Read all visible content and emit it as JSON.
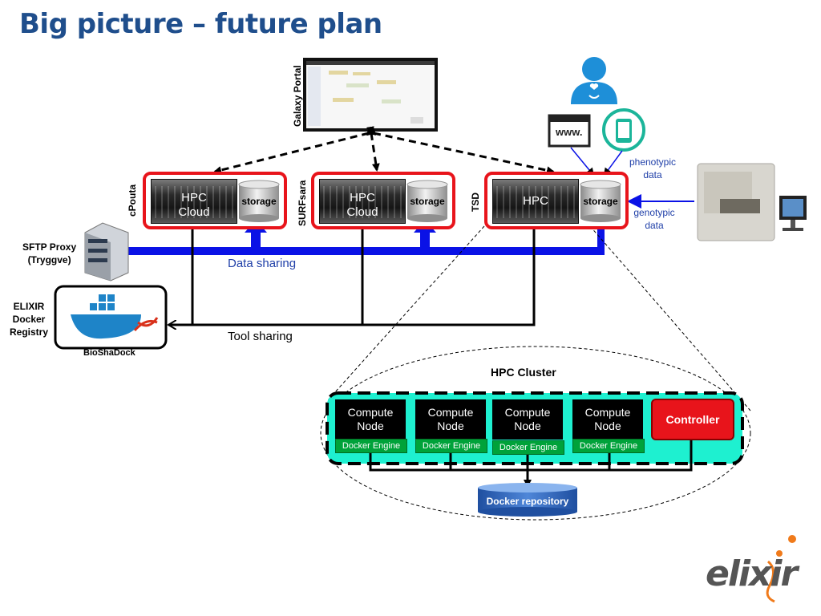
{
  "title": "Big picture – future plan",
  "galaxy_portal": "Galaxy Portal",
  "sites": [
    {
      "name": "cPouta",
      "hpc_label": "HPC\nCloud",
      "storage_label": "storage"
    },
    {
      "name": "SURFsara",
      "hpc_label": "HPC\nCloud",
      "storage_label": "storage"
    },
    {
      "name": "TSD",
      "hpc_label": "HPC",
      "storage_label": "storage"
    }
  ],
  "sftp_proxy": "SFTP Proxy\n(Tryggve)",
  "docker_registry": "ELIXIR\nDocker\nRegistry",
  "bioshadock": "BioShaDock",
  "data_sharing": "Data sharing",
  "tool_sharing": "Tool sharing",
  "phenotypic": "phenotypic\ndata",
  "genotypic": "genotypic\ndata",
  "www": "www.",
  "cluster": {
    "title": "HPC Cluster",
    "nodes": [
      {
        "label": "Compute\nNode",
        "engine": "Docker Engine"
      },
      {
        "label": "Compute\nNode",
        "engine": "Docker Engine"
      },
      {
        "label": "Compute\nNode",
        "engine": "Docker Engine"
      },
      {
        "label": "Compute\nNode",
        "engine": "Docker Engine"
      }
    ],
    "controller": "Controller",
    "repository": "Docker repository"
  },
  "logo": "elixir",
  "colors": {
    "accent_red": "#e8141b",
    "flow_blue": "#0a12e6",
    "cluster_teal": "#1ef0d0",
    "title_blue": "#1f4e8c"
  }
}
